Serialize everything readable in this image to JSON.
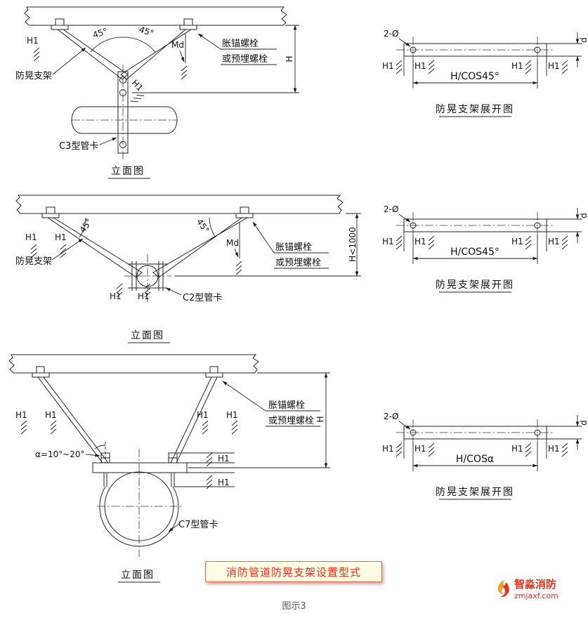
{
  "page": {
    "title_box": "消防管道防晃支架设置型式",
    "figure_caption": "图示3"
  },
  "labels": {
    "h1": "H1",
    "h": "H",
    "md": "Md",
    "d": "d",
    "two_dia": "2-Ø",
    "deg45": "45°",
    "bracket": "防晃支架",
    "bolt_line1": "胀锚螺栓",
    "bolt_line2": "或预埋螺栓",
    "elevation_caption": "立面图",
    "unfold_caption": "防晃支架展开图",
    "h_cos45": "H/COS45°",
    "h_cos_alpha": "H/COSα",
    "h_limit": "H<1000",
    "alpha_range": "α=10°~20°"
  },
  "clamps": {
    "c3": "C3型管卡",
    "c2": "C2型管卡",
    "c7": "C7型管卡"
  },
  "watermark": {
    "brand": "智淼消防",
    "site": "zmjaxf.com"
  }
}
